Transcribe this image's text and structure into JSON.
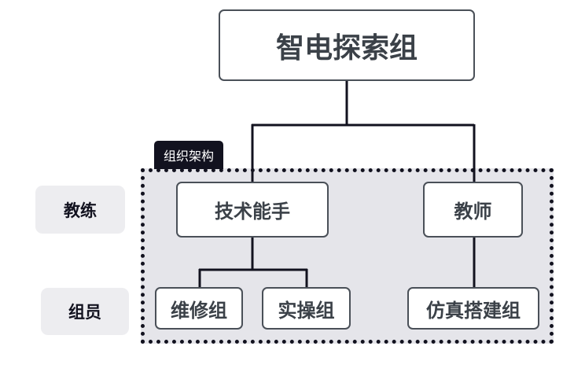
{
  "title": "智电探索组",
  "frame_label": "组织架构",
  "row_labels": [
    "教练",
    "组员"
  ],
  "coaches": [
    "技术能手",
    "教师"
  ],
  "members": [
    "维修组",
    "实操组",
    "仿真搭建组"
  ],
  "colors": {
    "frame_border": "#12121f",
    "frame_fill": "#e5e5ea",
    "node_border": "#4a5058",
    "node_text": "#3b4148",
    "connector": "#12121f",
    "row_label_fill": "#ededf0"
  }
}
